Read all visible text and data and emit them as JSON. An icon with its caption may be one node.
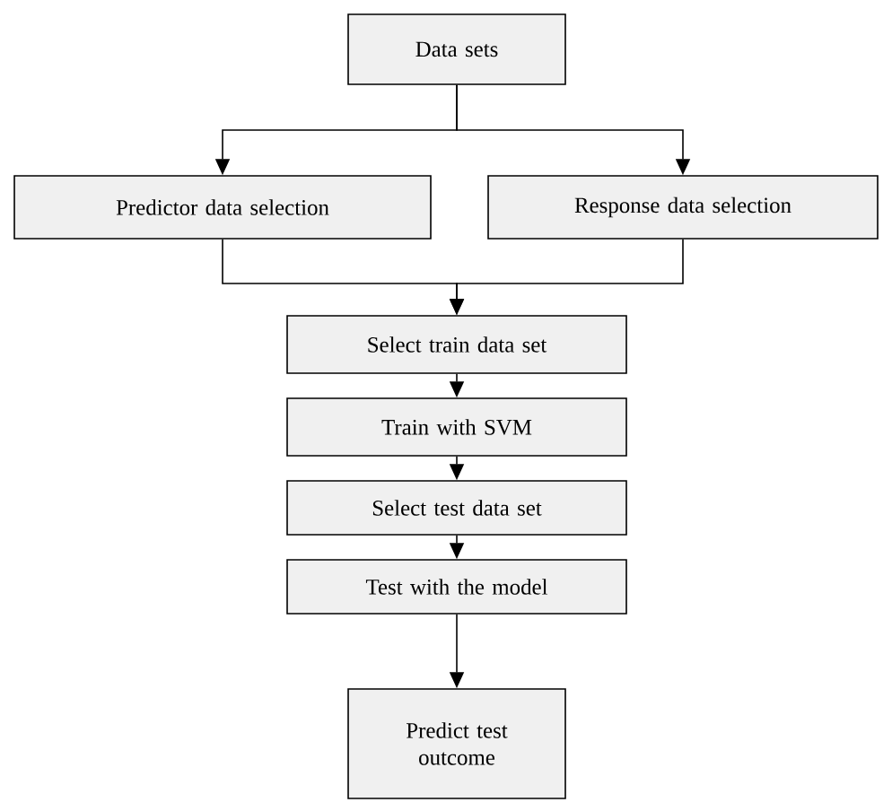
{
  "diagram": {
    "nodes": [
      {
        "text": [
          "Data sets"
        ]
      },
      {
        "text": [
          "Predictor data selection"
        ]
      },
      {
        "text": [
          "Response data selection"
        ]
      },
      {
        "text": [
          "Select train data set"
        ]
      },
      {
        "text": [
          "Train with SVM"
        ]
      },
      {
        "text": [
          "Select test data set"
        ]
      },
      {
        "text": [
          "Test with the model"
        ]
      },
      {
        "text": [
          "Predict test outcome"
        ]
      }
    ],
    "edges": [
      {
        "from": 0,
        "to": 1,
        "arrow": "to"
      },
      {
        "from": 0,
        "to": 2,
        "arrow": "to"
      },
      {
        "from": 1,
        "to": 3,
        "arrow": "to"
      },
      {
        "from": 2,
        "to": 3,
        "arrow": "to"
      },
      {
        "from": 3,
        "to": 4,
        "arrow": "to"
      },
      {
        "from": 4,
        "to": 5,
        "arrow": "to"
      },
      {
        "from": 5,
        "to": 6,
        "arrow": "to"
      },
      {
        "from": 6,
        "to": 7,
        "arrow": "to"
      }
    ]
  }
}
